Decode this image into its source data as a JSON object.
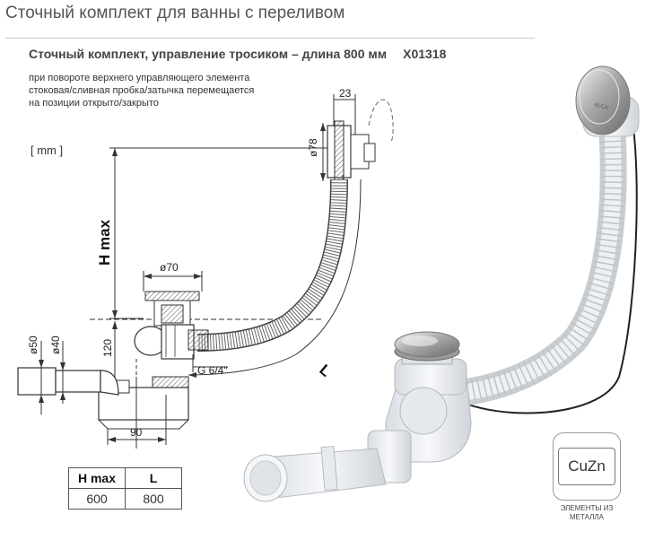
{
  "title": "Сточный комплект для ванны с переливом",
  "subtitle": {
    "text": "Сточный комплект, управление тросиком – длина  800 мм",
    "code": "X01318"
  },
  "note_lines": [
    "при повороте верхнего управляющего элемента",
    "стоковая/сливная пробка/затычка перемещается",
    "на позиции открыто/закрыто"
  ],
  "unit": "[ mm ]",
  "dimensions": {
    "top_width": "23",
    "overflow_dia": "ø78",
    "waste_dia": "ø70",
    "h_max": "H max",
    "height_120": "120",
    "thread": "G 6/4\"",
    "length_l": "L",
    "outlet_50": "ø50",
    "outlet_40": "ø40",
    "width_90": "90"
  },
  "table": {
    "headers": [
      "H max",
      "L"
    ],
    "row": [
      "600",
      "800"
    ]
  },
  "material": {
    "badge": "CuZn",
    "label_line1": "ЭЛЕМЕНТЫ ИЗ",
    "label_line2": "МЕТАЛЛА"
  },
  "brand_mark": "ALCA"
}
